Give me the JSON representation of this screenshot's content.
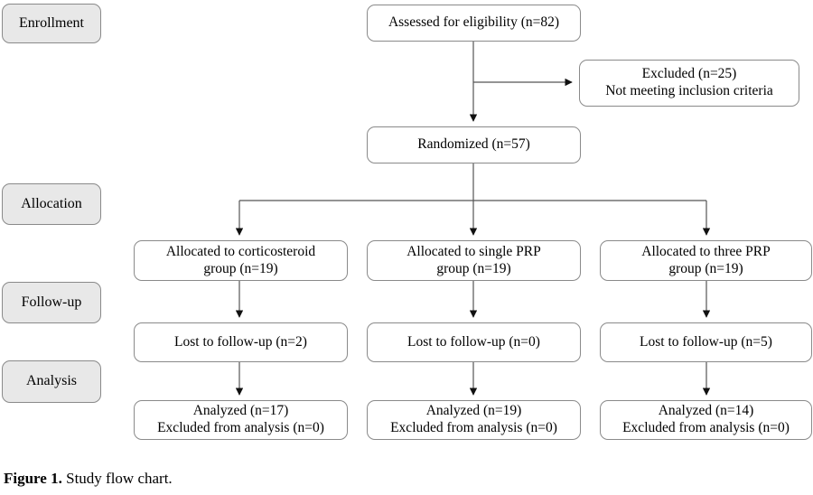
{
  "figure": {
    "caption_label": "Figure 1.",
    "caption_text": "Study flow chart.",
    "title": "Study flow chart"
  },
  "colors": {
    "stage_fill": "#e8e8e8",
    "box_fill": "#ffffff",
    "border": "#8a8a8a",
    "connector": "#555555",
    "text": "#000000",
    "background": "#ffffff"
  },
  "stages": [
    {
      "id": "enrollment",
      "label": "Enrollment"
    },
    {
      "id": "allocation",
      "label": "Allocation"
    },
    {
      "id": "followup",
      "label": "Follow-up"
    },
    {
      "id": "analysis",
      "label": "Analysis"
    }
  ],
  "nodes": {
    "assessed": {
      "line1": "Assessed for eligibility (n=82)",
      "line2": ""
    },
    "excluded": {
      "line1": "Excluded (n=25)",
      "line2": "Not meeting inclusion criteria"
    },
    "randomized": {
      "line1": "Randomized (n=57)",
      "line2": ""
    }
  },
  "arms": [
    {
      "id": "corticosteroid",
      "allocated_line1": "Allocated to corticosteroid",
      "allocated_line2": "group (n=19)",
      "lost": "Lost to follow-up (n=2)",
      "analyzed_line1": "Analyzed (n=17)",
      "analyzed_line2": "Excluded from analysis (n=0)"
    },
    {
      "id": "single-prp",
      "allocated_line1": "Allocated to single PRP",
      "allocated_line2": "group (n=19)",
      "lost": "Lost to follow-up (n=0)",
      "analyzed_line1": "Analyzed (n=19)",
      "analyzed_line2": "Excluded from analysis (n=0)"
    },
    {
      "id": "three-prp",
      "allocated_line1": "Allocated to three PRP",
      "allocated_line2": "group (n=19)",
      "lost": "Lost to follow-up (n=5)",
      "analyzed_line1": "Analyzed (n=14)",
      "analyzed_line2": "Excluded from analysis (n=0)"
    }
  ],
  "chart_data": {
    "type": "diagram",
    "diagram_kind": "consort-flow-chart",
    "title": "Study flow chart",
    "stages": [
      "Enrollment",
      "Allocation",
      "Follow-up",
      "Analysis"
    ],
    "counts": {
      "assessed_for_eligibility": 82,
      "excluded": 25,
      "randomized": 57,
      "allocated_corticosteroid": 19,
      "allocated_single_prp": 19,
      "allocated_three_prp": 19,
      "lost_corticosteroid": 2,
      "lost_single_prp": 0,
      "lost_three_prp": 5,
      "analyzed_corticosteroid": 17,
      "analyzed_single_prp": 19,
      "analyzed_three_prp": 14,
      "excluded_from_analysis_corticosteroid": 0,
      "excluded_from_analysis_single_prp": 0,
      "excluded_from_analysis_three_prp": 0
    },
    "edges": [
      {
        "from": "assessed",
        "to": "excluded"
      },
      {
        "from": "assessed",
        "to": "randomized"
      },
      {
        "from": "randomized",
        "to": "allocated_corticosteroid"
      },
      {
        "from": "randomized",
        "to": "allocated_single_prp"
      },
      {
        "from": "randomized",
        "to": "allocated_three_prp"
      },
      {
        "from": "allocated_corticosteroid",
        "to": "lost_corticosteroid"
      },
      {
        "from": "allocated_single_prp",
        "to": "lost_single_prp"
      },
      {
        "from": "allocated_three_prp",
        "to": "lost_three_prp"
      },
      {
        "from": "lost_corticosteroid",
        "to": "analyzed_corticosteroid"
      },
      {
        "from": "lost_single_prp",
        "to": "analyzed_single_prp"
      },
      {
        "from": "lost_three_prp",
        "to": "analyzed_three_prp"
      }
    ]
  }
}
